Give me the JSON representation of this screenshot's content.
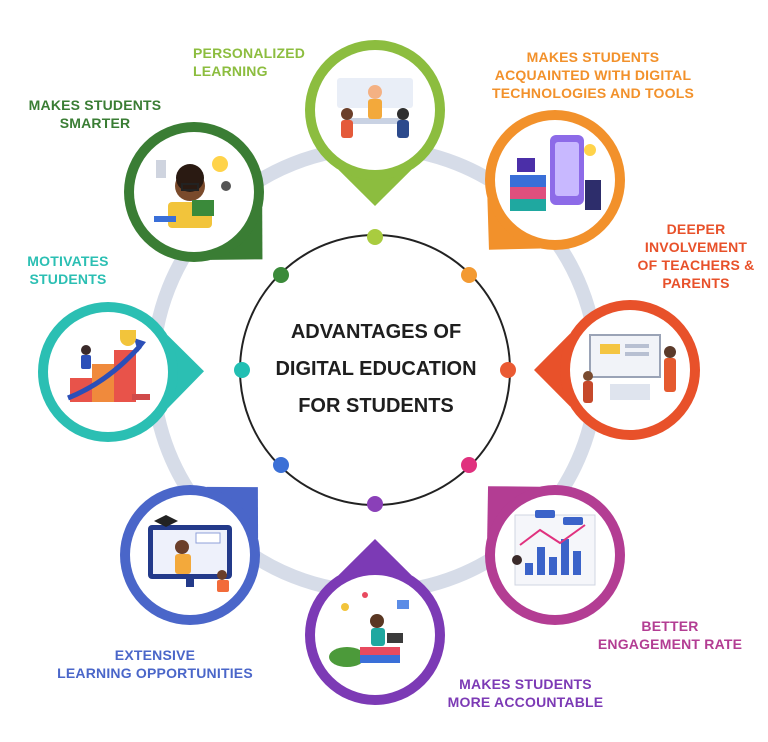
{
  "title": "ADVANTAGES OF\nDIGITAL EDUCATION\nFOR STUDENTS",
  "items": [
    {
      "label": "PERSONALIZED\nLEARNING",
      "color": "#8cbd3f",
      "illustration": "meeting-people-icon"
    },
    {
      "label": "MAKES STUDENTS\nACQUAINTED WITH DIGITAL\nTECHNOLOGIES AND TOOLS",
      "color": "#f2912b",
      "illustration": "phone-books-icon"
    },
    {
      "label": "DEEPER\nINVOLVEMENT\nOF TEACHERS &\nPARENTS",
      "color": "#e8512a",
      "illustration": "teacher-board-icon"
    },
    {
      "label": "BETTER\nENGAGEMENT RATE",
      "color": "#b33d93",
      "illustration": "dashboard-chart-icon"
    },
    {
      "label": "MAKES STUDENTS\nMORE ACCOUNTABLE",
      "color": "#7c3ab5",
      "illustration": "student-laptop-icon"
    },
    {
      "label": "EXTENSIVE\nLEARNING OPPORTUNITIES",
      "color": "#4a66c9",
      "illustration": "online-class-icon"
    },
    {
      "label": "MOTIVATES\nSTUDENTS",
      "color": "#2bbfb3",
      "illustration": "trophy-stairs-icon"
    },
    {
      "label": "MAKES STUDENTS\nSMARTER",
      "color": "#3a7d34",
      "illustration": "boy-reading-icon"
    }
  ],
  "dot_colors": [
    "#a9cc3f",
    "#f39a32",
    "#ea5a33",
    "#e0317e",
    "#8a40b8",
    "#3c70d6",
    "#22bfb3",
    "#3b8a3a"
  ],
  "ring_color": "#d6dce8"
}
